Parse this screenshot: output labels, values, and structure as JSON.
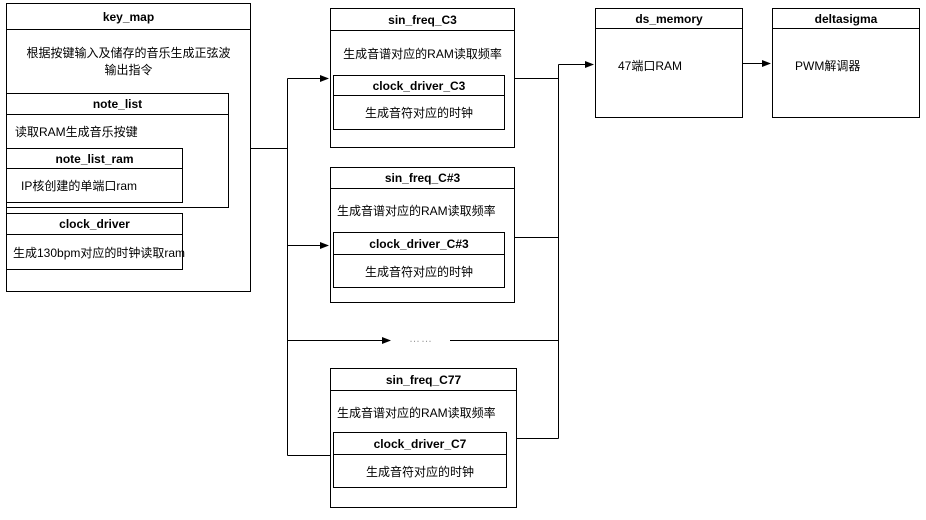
{
  "diagram": {
    "key_map": {
      "title": "key_map",
      "desc_line1": "根据按键输入及储存的音乐生成正弦波",
      "desc_line2": "输出指令",
      "note_list": {
        "title": "note_list",
        "desc": "读取RAM生成音乐按键",
        "note_list_ram": {
          "title": "note_list_ram",
          "desc": "IP核创建的单端口ram"
        }
      },
      "clock_driver": {
        "title": "clock_driver",
        "desc": "生成130bpm对应的时钟读取ram"
      }
    },
    "sin_freq_c3": {
      "title": "sin_freq_C3",
      "desc": "生成音谱对应的RAM读取频率",
      "clock_driver": {
        "title": "clock_driver_C3",
        "desc": "生成音符对应的时钟"
      }
    },
    "sin_freq_cs3": {
      "title": "sin_freq_C#3",
      "desc": "生成音谱对应的RAM读取频率",
      "clock_driver": {
        "title": "clock_driver_C#3",
        "desc": "生成音符对应的时钟"
      }
    },
    "sin_freq_c77": {
      "title": "sin_freq_C77",
      "desc": "生成音谱对应的RAM读取频率",
      "clock_driver": {
        "title": "clock_driver_C7",
        "desc": "生成音符对应的时钟"
      }
    },
    "ellipsis_label": "……",
    "ds_memory": {
      "title": "ds_memory",
      "desc": "47端口RAM"
    },
    "deltasigma": {
      "title": "deltasigma",
      "desc": "PWM解调器"
    }
  },
  "colors": {
    "border": "#000000",
    "background": "#ffffff",
    "text": "#000000",
    "ellipsis_text": "#999999"
  }
}
